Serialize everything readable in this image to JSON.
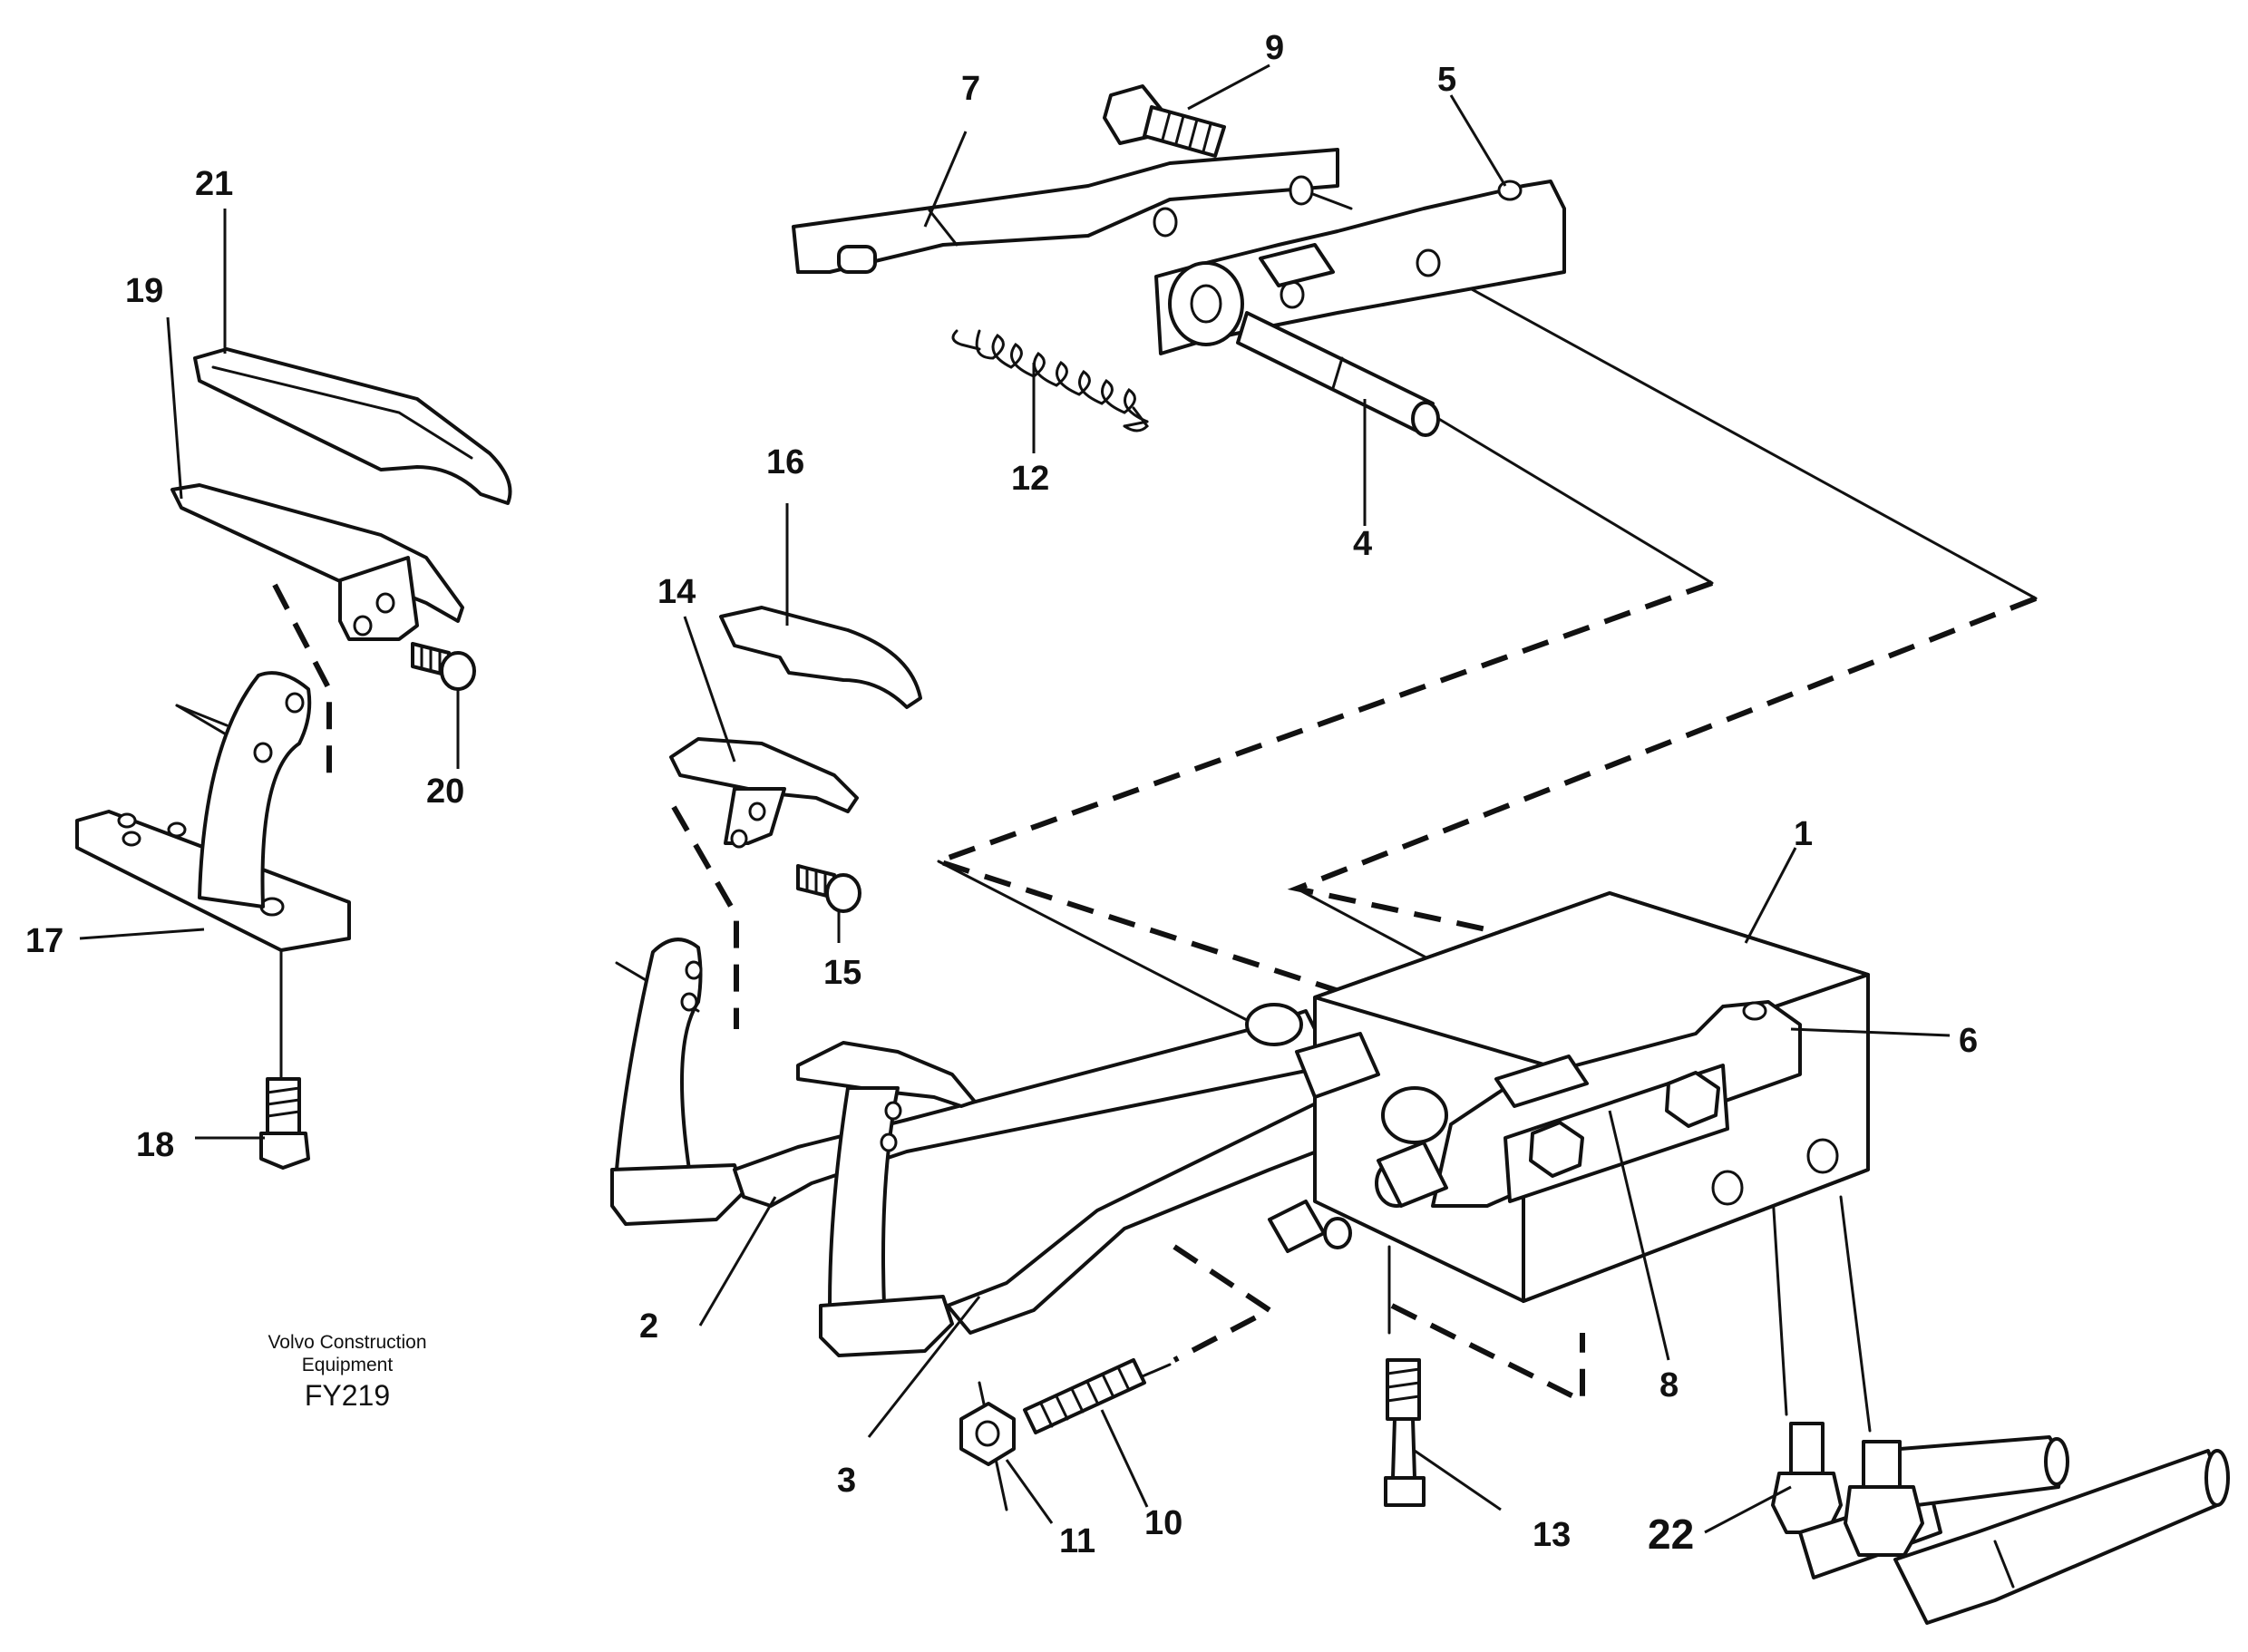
{
  "labels": {
    "l1": "1",
    "l2": "2",
    "l3": "3",
    "l4": "4",
    "l5": "5",
    "l6": "6",
    "l7": "7",
    "l8": "8",
    "l9": "9",
    "l10": "10",
    "l11": "11",
    "l12": "12",
    "l13": "13",
    "l14": "14",
    "l15": "15",
    "l16": "16",
    "l17": "17",
    "l18": "18",
    "l19": "19",
    "l20": "20",
    "l21": "21",
    "l22": "22"
  },
  "credit": {
    "line1": "Volvo Construction",
    "line2": "Equipment",
    "code": "FY219"
  }
}
